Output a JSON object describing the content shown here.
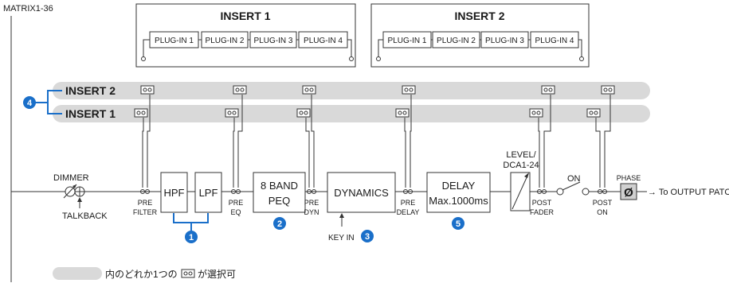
{
  "source_label": "MATRIX1-36",
  "insert1": {
    "title": "INSERT 1",
    "plugins": [
      "PLUG-IN 1",
      "PLUG-IN 2",
      "PLUG-IN 3",
      "PLUG-IN 4"
    ]
  },
  "insert2": {
    "title": "INSERT 2",
    "plugins": [
      "PLUG-IN 1",
      "PLUG-IN 2",
      "PLUG-IN 3",
      "PLUG-IN 4"
    ]
  },
  "bars": {
    "insert2": "INSERT 2",
    "insert1": "INSERT 1"
  },
  "signal": {
    "dimmer": "DIMMER",
    "talkback": "TALKBACK",
    "hpf": "HPF",
    "lpf": "LPF",
    "peq_line1": "8 BAND",
    "peq_line2": "PEQ",
    "dynamics": "DYNAMICS",
    "key_in": "KEY IN",
    "delay_line1": "DELAY",
    "delay_line2": "Max.1000ms",
    "level_line1": "LEVEL/",
    "level_line2": "DCA1-24",
    "on": "ON",
    "phase": "PHASE",
    "phase_symbol": "Ø",
    "output": "→ To OUTPUT PATCH"
  },
  "taps": {
    "pre_filter": [
      "PRE",
      "FILTER"
    ],
    "pre_eq": [
      "PRE",
      "EQ"
    ],
    "pre_dyn": [
      "PRE",
      "DYN"
    ],
    "pre_delay": [
      "PRE",
      "DELAY"
    ],
    "post_fader": [
      "POST",
      "FADER"
    ],
    "post_on": [
      "POST",
      "ON"
    ]
  },
  "badges": {
    "b1": "1",
    "b2": "2",
    "b3": "3",
    "b4": "4",
    "b5": "5"
  },
  "legend": {
    "text": "内のどれか1つの",
    "text_after": "が選択可"
  },
  "colors": {
    "accent": "#1a6fc9",
    "bar": "#d9d9d9",
    "line": "#333333"
  }
}
